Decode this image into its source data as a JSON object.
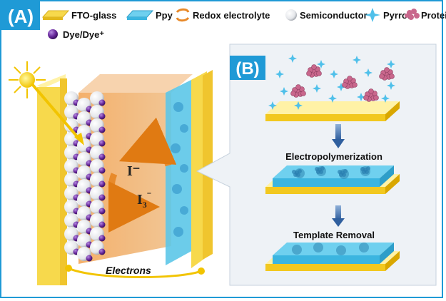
{
  "panels": {
    "a_tag": "(A)",
    "b_tag": "(B)"
  },
  "legend": {
    "fto": "FTO-glass",
    "ppy": "Ppy",
    "redox": "Redox electrolyte",
    "semiconductor": "Semiconductor",
    "pyrrol": "Pyrrol",
    "protein": "Protein",
    "dye": "Dye/Dye⁺"
  },
  "cell": {
    "iodide": "I⁻",
    "triiodide_base": "I",
    "triiodide_sub": "3",
    "triiodide_sup": "⁻",
    "electrons": "Electrons"
  },
  "steps": {
    "step1": "Electropolymerization",
    "step2": "Template Removal"
  },
  "colors": {
    "accent_blue": "#1f9ad6",
    "fto_yellow": "#f7d94c",
    "ppy_cyan": "#5cc6e8",
    "electrolyte": "#f2b27a",
    "dye_purple": "#6a2a9e",
    "pyrrol_star": "#4fc0ea",
    "protein_pink": "#c9678c"
  }
}
